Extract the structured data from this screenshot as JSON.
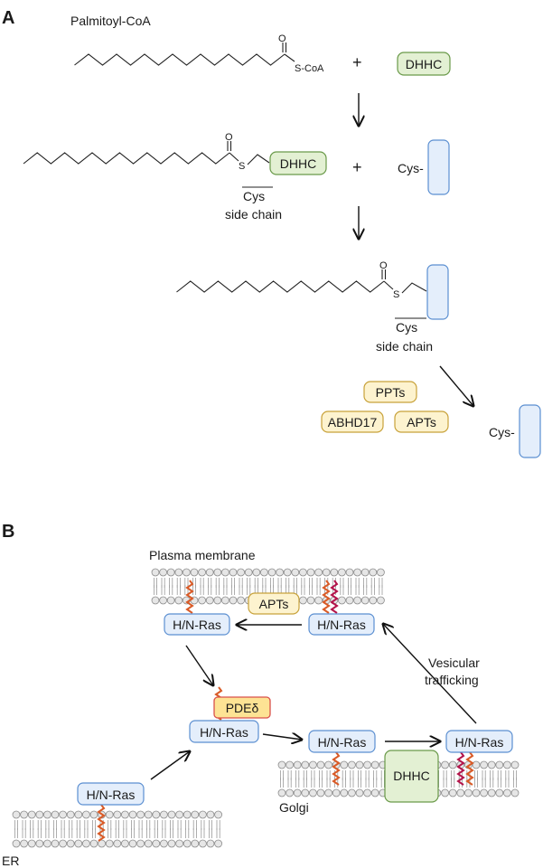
{
  "panel_a": {
    "label": "A",
    "palmitoyl_coa": "Palmitoyl-CoA",
    "oxygen": "O",
    "sulfur": "S",
    "scoa": "S-CoA",
    "plus": "+",
    "dhhc": "DHHC",
    "cys_prefix": "Cys-",
    "cys_overbar": "Cys",
    "side_chain": "side chain",
    "ppts": "PPTs",
    "abhd17": "ABHD17",
    "apts": "APTs"
  },
  "panel_b": {
    "label": "B",
    "plasma_membrane": "Plasma membrane",
    "ras": "H/N-Ras",
    "apts": "APTs",
    "pde": "PDEδ",
    "vesicular_1": "Vesicular",
    "vesicular_2": "trafficking",
    "dhhc": "DHHC",
    "golgi": "Golgi",
    "er": "ER"
  },
  "colors": {
    "green_fill": "#e3f0d3",
    "green_stroke": "#6a9a4a",
    "blue_fill": "#e4eefb",
    "blue_stroke": "#5b8fd1",
    "yellow_fill": "#fdf3cf",
    "yellow_stroke": "#c8a23a",
    "pde_fill": "#fde394",
    "pde_stroke": "#d9504a",
    "orange": "#d95a26",
    "crimson": "#b3134a"
  }
}
